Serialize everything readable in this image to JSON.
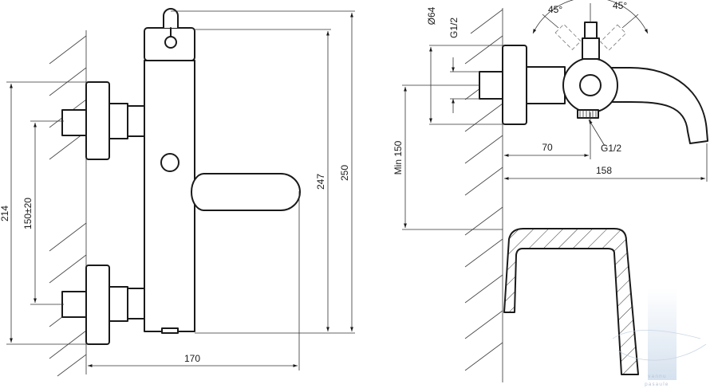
{
  "dimensions": {
    "width_overall": "170",
    "height_total": "250",
    "height_body": "247",
    "connection_height": "214",
    "connection_spacing": "150±20",
    "min_height": "Min 150",
    "rosette_diameter": "Ø64",
    "thread_inlet": "G1/2",
    "thread_outlet": "G1/2",
    "spout_offset": "70",
    "spout_reach": "158",
    "angle_left": "45°",
    "angle_right": "45°"
  },
  "watermark": {
    "line1": "vannu",
    "line2": "pasaule"
  },
  "colors": {
    "line": "#1a1a1a",
    "hatch": "#444444",
    "watermark": "#c8d8ea"
  }
}
